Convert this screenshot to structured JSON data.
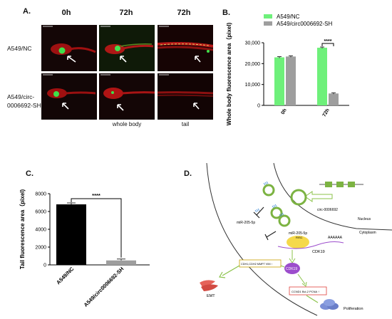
{
  "panel_a": {
    "label": "A.",
    "col_headers": [
      "0h",
      "72h",
      "72h"
    ],
    "row_labels": [
      "A549/NC",
      "A549/circ-0006692-SH"
    ],
    "captions": [
      "whole body",
      "tail"
    ]
  },
  "panel_b": {
    "label": "B."
  },
  "panel_c": {
    "label": "C."
  },
  "panel_d": {
    "label": "D.",
    "circ": "circ-0006692",
    "mir": "miR-205-5p",
    "mir_risc": "miR-205-5p",
    "risc": "RISC",
    "cdk19": "CDK19",
    "polya": "AAAAAA",
    "nucleus": "Nucleus",
    "cytoplasm": "Cytoplasm",
    "cdk19_protein": "CDK19",
    "emt_genes": "CDH1,CDH2 MMP7 VIM ↑",
    "prolif_genes": "CCND1 Bcl-2 PCNA ↑",
    "emt": "EMT",
    "prolif": "Poliferation",
    "colors": {
      "membrane": "#333333",
      "circ": "#7cb342",
      "arrow": "#8bc34a",
      "ribosome": "#f5d94a",
      "cdk19": "#9c4dcc",
      "box_emt": "#c9a000",
      "box_prolif": "#e0403a",
      "emt_cells": "#e5635a",
      "prolif_cells": "#7b8fd6"
    }
  },
  "chart_data": [
    {
      "type": "bar",
      "panel": "B",
      "categories": [
        "0h",
        "72h"
      ],
      "series": [
        {
          "name": "A549/NC",
          "values": [
            23000,
            27600
          ],
          "color": "#6ef07a"
        },
        {
          "name": "A549/circ0006692-SH",
          "values": [
            23400,
            5700
          ],
          "color": "#9e9e9e"
        }
      ],
      "ylabel": "Whole body fluorescence area（pixel)",
      "ylim": [
        0,
        30000
      ],
      "yticks": [
        0,
        10000,
        20000,
        30000
      ],
      "ytick_labels": [
        "0",
        "10,000",
        "20,000",
        "30,000"
      ],
      "significance": "****",
      "legend": "top-right",
      "grid": false
    },
    {
      "type": "bar",
      "panel": "C",
      "categories": [
        "A549/NC",
        "A549/circ0006692-SH"
      ],
      "values": [
        6800,
        500
      ],
      "colors": [
        "#000000",
        "#9e9e9e"
      ],
      "ylabel": "Tail fluorescence area（pixel)",
      "ylim": [
        0,
        8000
      ],
      "yticks": [
        0,
        2000,
        4000,
        6000,
        8000
      ],
      "ytick_labels": [
        "0",
        "2000",
        "4000",
        "6000",
        "8000"
      ],
      "significance": "****",
      "grid": false
    }
  ]
}
